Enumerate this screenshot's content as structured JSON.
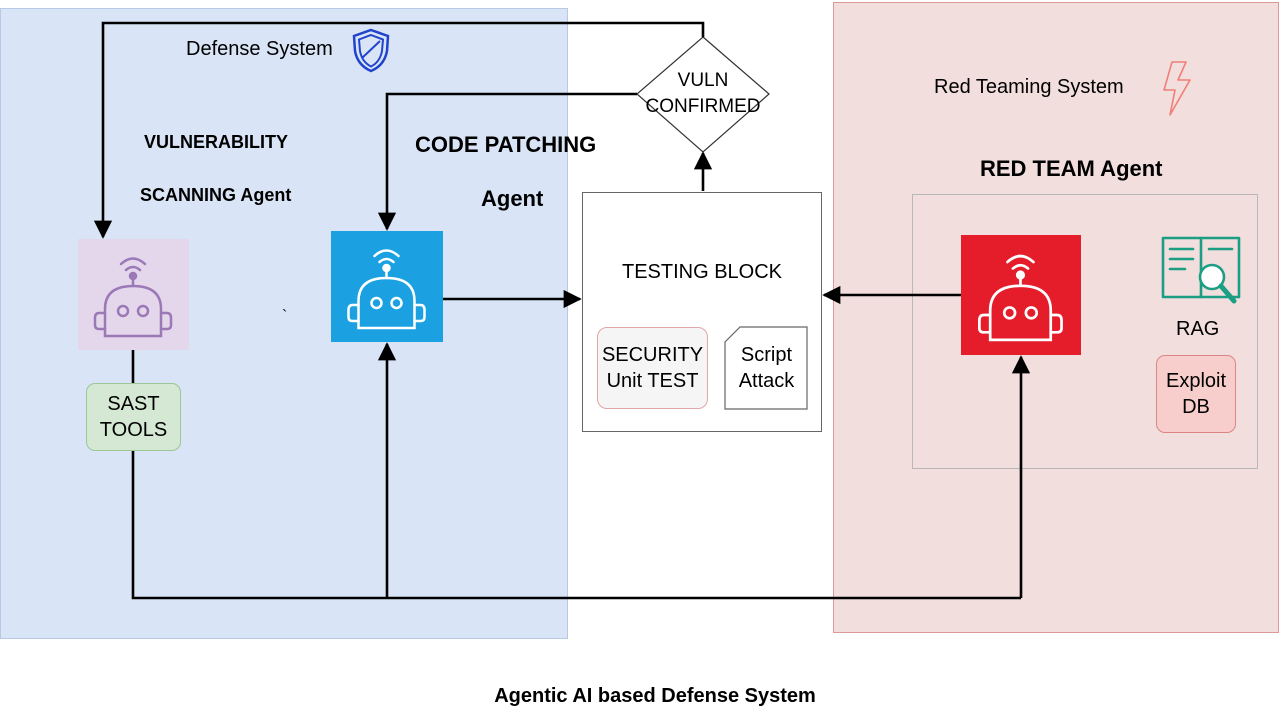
{
  "defense": {
    "title": "Defense System",
    "scanner_title_1": "VULNERABILITY",
    "scanner_title_2": "SCANNING Agent",
    "patcher_title_1": "CODE PATCHING",
    "patcher_title_2": "Agent",
    "sast_label": "SAST\nTOOLS",
    "stray_mark": "`"
  },
  "testing": {
    "title": "TESTING BLOCK",
    "security_label": "SECURITY\nUnit TEST",
    "script_label": "Script\nAttack",
    "decision_label": "VULN\nCONFIRMED"
  },
  "red": {
    "title": "Red Teaming System",
    "agent_title": "RED TEAM Agent",
    "rag_label": "RAG",
    "exploit_label": "Exploit\nDB"
  },
  "caption": "Agentic AI based Defense System",
  "colors": {
    "defense_zone": "#d9e5f6",
    "red_zone": "#f1dedd",
    "scanner_robot_bg": "#e4d7ec",
    "scanner_robot_stroke": "#9b78b6",
    "patcher_robot_bg": "#1ba1e2",
    "red_robot_bg": "#e51c2a",
    "sast_bg": "#d5e8d4",
    "exploit_bg": "#f8cecc",
    "shield_icon": "#2244cc",
    "rag_icon": "#1b9e84"
  },
  "icons": [
    "shield-icon",
    "lightning-icon",
    "robot-icon",
    "rag-search-icon"
  ]
}
